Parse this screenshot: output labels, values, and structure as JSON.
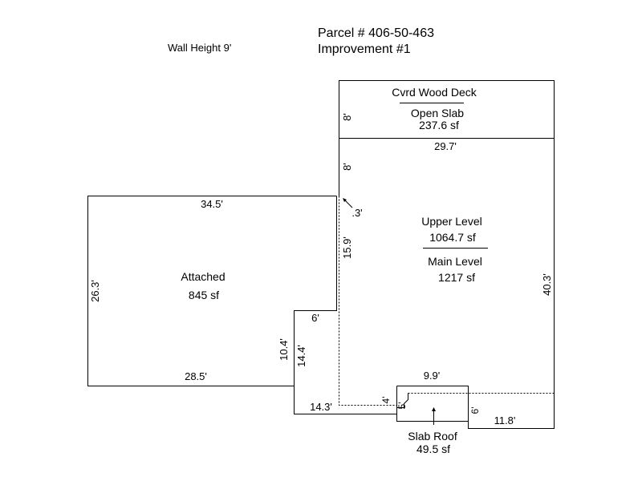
{
  "header": {
    "wall_height": "Wall Height 9'",
    "parcel": "Parcel # 406-50-463",
    "improvement": "Improvement  #1"
  },
  "areas": {
    "deck": {
      "name": "Cvrd Wood Deck",
      "sub": "Open Slab",
      "area": "237.6 sf"
    },
    "upper": {
      "name": "Upper Level",
      "area": "1064.7 sf"
    },
    "main": {
      "name": "Main Level",
      "area": "1217 sf"
    },
    "attached": {
      "name": "Attached",
      "area": "845 sf"
    },
    "slab_roof": {
      "name": "Slab Roof",
      "area": "49.5 sf"
    }
  },
  "dimensions": {
    "deck_height": "8'",
    "main_top": "29.7'",
    "main_upper_step": "8'",
    "jog": ".3'",
    "main_right": "40.3'",
    "main_left_mid": "15.9'",
    "attached_top": "34.5'",
    "attached_left": "26.3'",
    "attached_bottom": "28.5'",
    "attached_notch_top": "6'",
    "attached_notch_side": "10.4'",
    "main_left_lower": "14.4'",
    "main_bottom_left": "14.3'",
    "slab_top": "9.9'",
    "slab_left_upper": "4'",
    "slab_left_lower": "5'",
    "slab_right": "6'",
    "main_bottom_right": "11.8'"
  }
}
